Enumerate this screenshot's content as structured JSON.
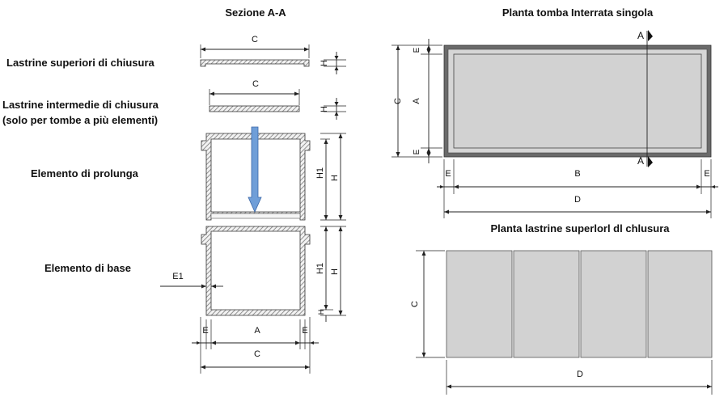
{
  "titles": {
    "section": "Sezione A-A",
    "plan_tomb": "Planta tomba Interrata singola",
    "plan_slabs": "Planta lastrine superlorl dl chlusura"
  },
  "labels": {
    "upper_slabs": "Lastrine superiori di chiusura",
    "intermediate_line1": "Lastrine intermedie di chiusura",
    "intermediate_line2": "(solo per tombe a più elementi)",
    "extension": "Elemento di prolunga",
    "base": "Elemento di base"
  },
  "dims": {
    "A": "A",
    "B": "B",
    "C": "C",
    "D": "D",
    "E": "E",
    "E1": "E1",
    "H": "H",
    "H1": "H1"
  },
  "colors": {
    "hatch": "#7a7a7a",
    "panel_fill": "#d2d2d2",
    "arrow_fill": "#6f9ed8",
    "arrow_stroke": "#3c68a8",
    "plan_frame": "#6a6a6a"
  }
}
